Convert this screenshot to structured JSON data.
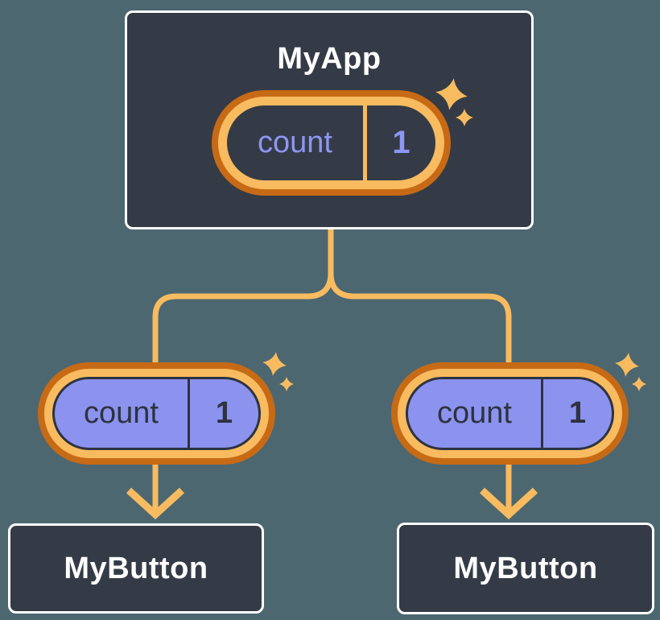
{
  "colors": {
    "background": "#4C6770",
    "node_fill": "#343B46",
    "node_border": "#FFFFFF",
    "node_text": "#FFFFFF",
    "ring_outer": "#C76A15",
    "ring_inner": "#F8BB60",
    "connector": "#F8BB60",
    "state_pill_fill": "#343B46",
    "state_text": "#8D96F2",
    "prop_pill_fill": "#8B93EE",
    "prop_text": "#2D3340"
  },
  "icons": {
    "sparkle": "✦"
  },
  "root": {
    "label": "MyApp",
    "state": {
      "name": "count",
      "value": "1"
    }
  },
  "children": [
    {
      "label": "MyButton",
      "prop": {
        "name": "count",
        "value": "1"
      }
    },
    {
      "label": "MyButton",
      "prop": {
        "name": "count",
        "value": "1"
      }
    }
  ]
}
